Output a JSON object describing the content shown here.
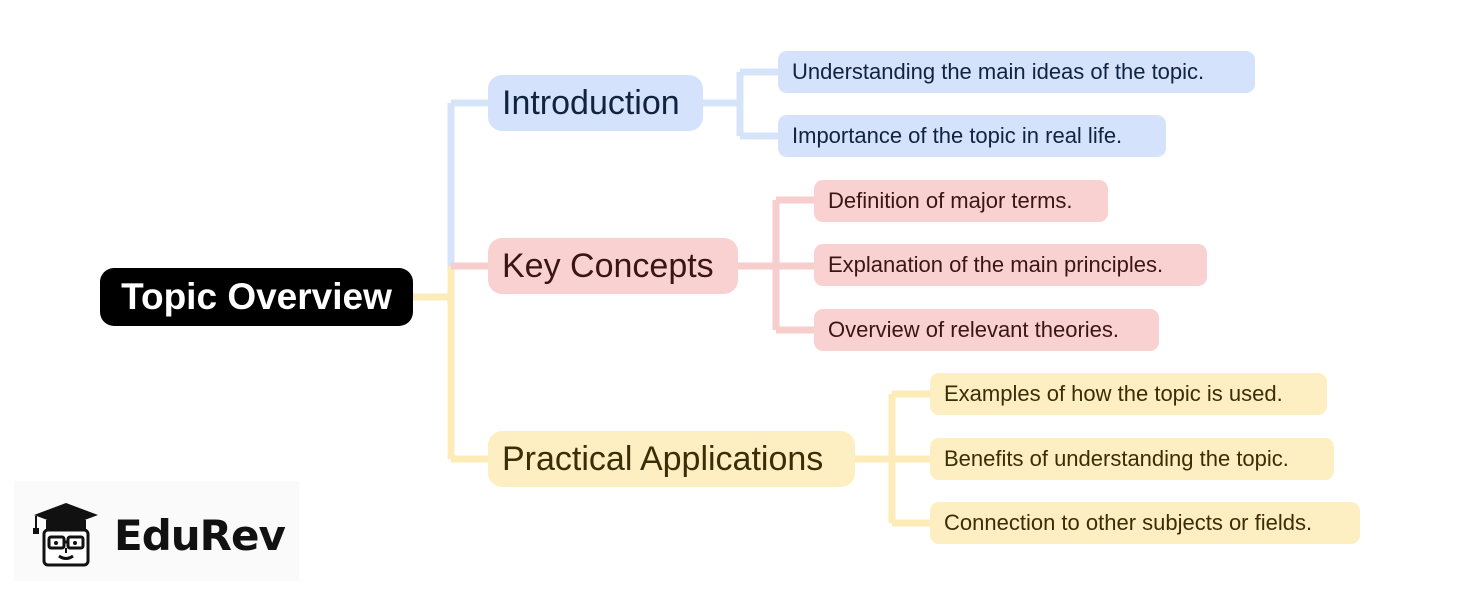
{
  "root": {
    "label": "Topic Overview"
  },
  "branches": [
    {
      "label": "Introduction",
      "color": "#d4e2fb",
      "line_color": "#d6e4fa",
      "children": [
        "Understanding the main ideas of the topic.",
        "Importance of the topic in real life."
      ]
    },
    {
      "label": "Key Concepts",
      "color": "#f9d1d1",
      "line_color": "#f7cdcd",
      "children": [
        "Definition of major terms.",
        "Explanation of the main principles.",
        "Overview of relevant theories."
      ]
    },
    {
      "label": "Practical Applications",
      "color": "#fdefc2",
      "line_color": "#fdecb8",
      "children": [
        "Examples of how the topic is used.",
        "Benefits of understanding the topic.",
        "Connection to other subjects or fields."
      ]
    }
  ],
  "logo": {
    "text": "EduRev",
    "icon": "graduation-cap-icon"
  }
}
